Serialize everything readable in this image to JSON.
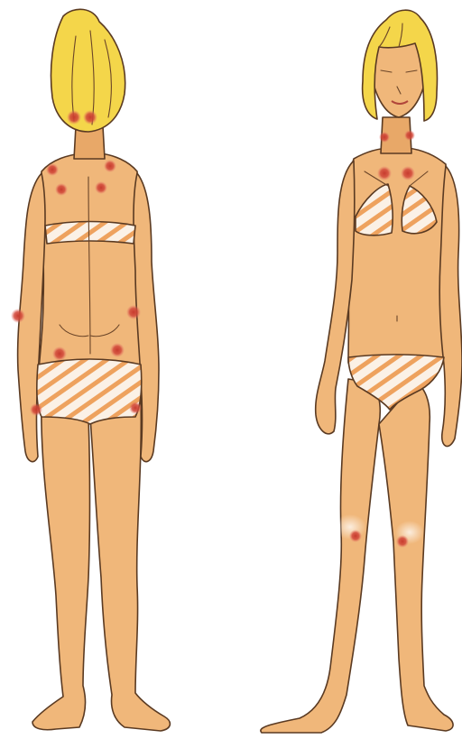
{
  "colors": {
    "background": "#ffffff",
    "skin": "#f0b77a",
    "skin_shadow": "#e19f5e",
    "hair": "#f4d64a",
    "hair_shadow": "#e2b62a",
    "swimsuit_base": "#fbf1e6",
    "swimsuit_stripe": "#eea25e",
    "tender_point": "#c73b2e",
    "tender_glow": "#e6736a"
  },
  "figures": [
    {
      "view": "back",
      "tender_points": [
        {
          "region": "occiput-left"
        },
        {
          "region": "occiput-right"
        },
        {
          "region": "trapezius-left"
        },
        {
          "region": "trapezius-right"
        },
        {
          "region": "supraspinatus-left"
        },
        {
          "region": "supraspinatus-right"
        },
        {
          "region": "lateral-elbow-left"
        },
        {
          "region": "lateral-elbow-right"
        },
        {
          "region": "gluteal-left"
        },
        {
          "region": "gluteal-right"
        },
        {
          "region": "greater-trochanter-left"
        },
        {
          "region": "greater-trochanter-right"
        }
      ]
    },
    {
      "view": "front",
      "tender_points": [
        {
          "region": "low-cervical-left"
        },
        {
          "region": "low-cervical-right"
        },
        {
          "region": "second-rib-left"
        },
        {
          "region": "second-rib-right"
        },
        {
          "region": "knee-left"
        },
        {
          "region": "knee-right"
        }
      ]
    }
  ]
}
